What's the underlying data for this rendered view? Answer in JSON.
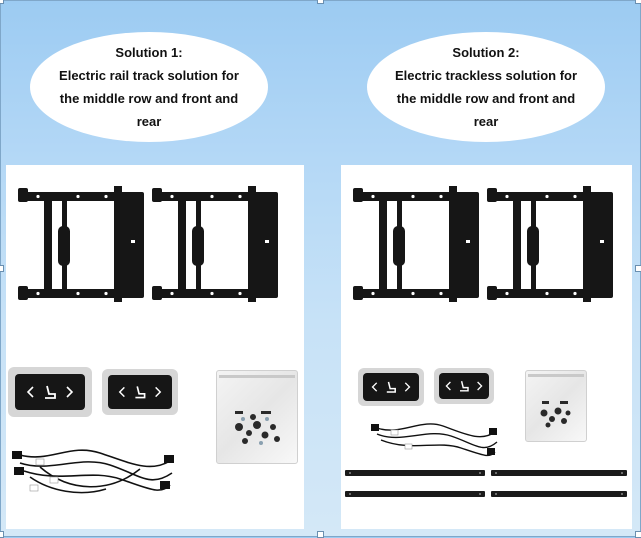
{
  "solutions": [
    {
      "title": "Solution 1:",
      "desc_lines": [
        "Electric rail track solution for",
        "the middle row and front and",
        "rear"
      ]
    },
    {
      "title": "Solution 2:",
      "desc_lines": [
        "Electric trackless solution for",
        "the middle row and front and",
        "rear"
      ]
    }
  ],
  "colors": {
    "background": "#b4d8f6",
    "panel": "#ffffff",
    "hardware": "#161616"
  },
  "icons": [
    "seat-frame-icon",
    "seat-control-switch-icon",
    "fastener-bag-icon",
    "wiring-harness-icon",
    "rail-track-icon"
  ]
}
